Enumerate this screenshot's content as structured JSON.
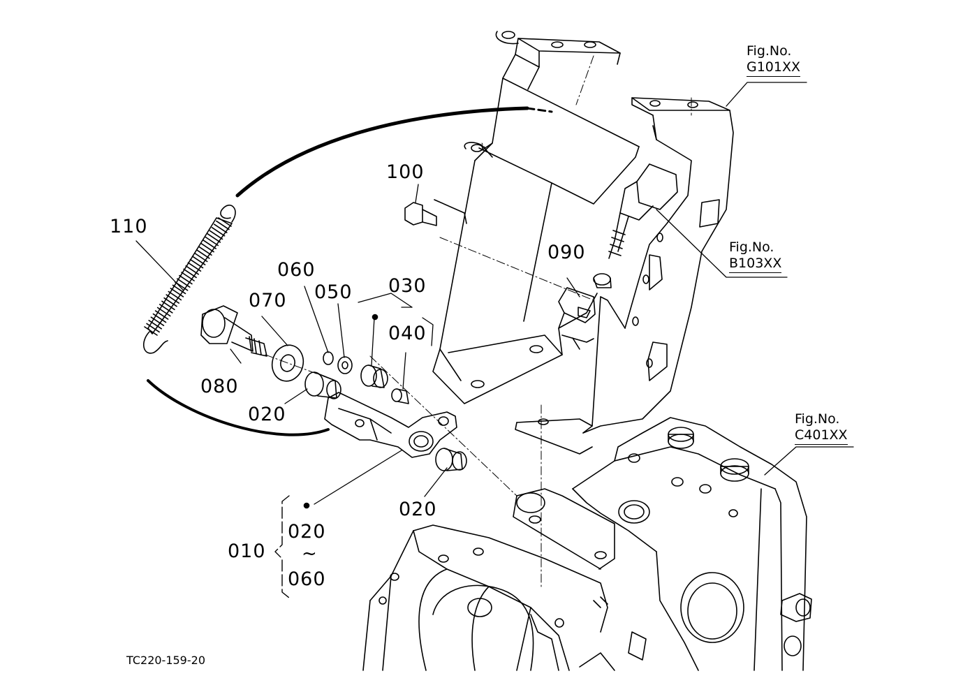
{
  "parts": {
    "p010": "010",
    "p020_a": "020",
    "p020_b": "020",
    "p020_group": "020",
    "p030": "030",
    "p040": "040",
    "p050": "050",
    "p060": "060",
    "p060_group": "060",
    "p070": "070",
    "p080": "080",
    "p090": "090",
    "p100": "100",
    "p110": "110"
  },
  "group_range_symbol": "~",
  "figure_refs": [
    {
      "title": "Fig.No.",
      "number": "G101XX"
    },
    {
      "title": "Fig.No.",
      "number": "B103XX"
    },
    {
      "title": "Fig.No.",
      "number": "C401XX"
    }
  ],
  "drawing_id": "TC220-159-20"
}
